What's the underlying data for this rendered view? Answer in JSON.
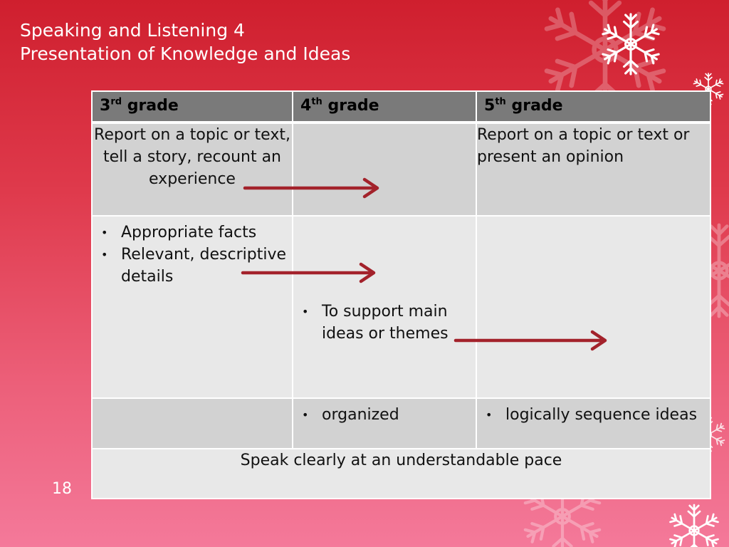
{
  "slide": {
    "title_line1": "Speaking and Listening 4",
    "title_line2": "Presentation of Knowledge and Ideas",
    "page_number": "18"
  },
  "table": {
    "headers": [
      {
        "num": "3",
        "suffix": "rd",
        "word": "grade"
      },
      {
        "num": "4",
        "suffix": "th",
        "word": "grade"
      },
      {
        "num": "5",
        "suffix": "th",
        "word": "grade"
      }
    ],
    "row1": {
      "grade3": "Report on a topic or text, tell a story, recount an experience",
      "grade4": "",
      "grade5": "Report on a topic or text or present an opinion"
    },
    "row2": {
      "grade3_bullets": [
        "Appropriate facts",
        "Relevant, descriptive details"
      ],
      "grade4_bullets": [
        "To support main ideas or themes"
      ]
    },
    "row3": {
      "grade4_bullets": [
        "organized"
      ],
      "grade5_bullets": [
        "logically sequence ideas"
      ]
    },
    "footer": "Speak clearly at an understandable pace"
  },
  "colors": {
    "background_top": "#cf1f2e",
    "background_bottom": "#f4799a",
    "header_fill": "#7a7a7a",
    "row_dark": "#d2d2d2",
    "row_light": "#e8e8e8",
    "arrow": "#a3222b"
  },
  "icons": [
    "snowflake-icon",
    "right-arrow-icon"
  ]
}
